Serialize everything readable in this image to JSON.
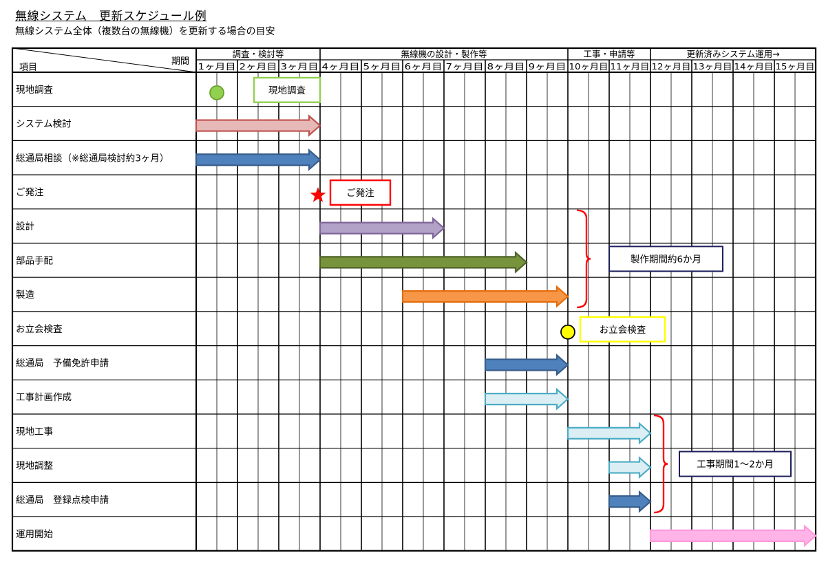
{
  "title": "無線システム　更新スケジュール例",
  "subtitle": "無線システム全体（複数台の無線機）を更新する場合の目安",
  "header": {
    "item_label": "項目",
    "period_label": "期間",
    "phases": [
      {
        "label": "調査・検討等",
        "start": 1,
        "end": 3
      },
      {
        "label": "無線機の設計・製作等",
        "start": 4,
        "end": 9
      },
      {
        "label": "工事・申請等",
        "start": 10,
        "end": 11
      },
      {
        "label": "更新済みシステム運用→",
        "start": 12,
        "end": 15
      }
    ],
    "months": [
      "1ヶ月目",
      "2ヶ月目",
      "3ヶ月目",
      "4ヶ月目",
      "5ヶ月目",
      "6ヶ月目",
      "7ヶ月目",
      "8ヶ月目",
      "9ヶ月目",
      "10ヶ月目",
      "11ヶ月目",
      "12ヶ月目",
      "13ヶ月目",
      "14ヶ月目",
      "15ヶ月目"
    ]
  },
  "rows": [
    {
      "label": "現地調査",
      "mark": {
        "type": "circle",
        "at": 0.5,
        "fill": "#92d050",
        "stroke": "#6aa12b"
      },
      "callout": {
        "text": "現地調査",
        "start": 1.4,
        "end": 3.0,
        "border": "#92d050"
      }
    },
    {
      "label": "システム検討",
      "arrow": {
        "start": 0,
        "end": 3,
        "fill": "#e6b8b7",
        "stroke": "#c0504d"
      }
    },
    {
      "label": "総通局相談（※総通局検討約3ヶ月）",
      "arrow": {
        "start": 0,
        "end": 3,
        "fill": "#4f81bd",
        "stroke": "#385d8a"
      }
    },
    {
      "label": "ご発注",
      "mark": {
        "type": "star",
        "at": 2.95,
        "fill": "#ff0000"
      },
      "callout": {
        "text": "ご発注",
        "start": 3.25,
        "end": 4.7,
        "border": "#ff0000"
      }
    },
    {
      "label": "設計",
      "arrow": {
        "start": 3,
        "end": 6,
        "fill": "#b3a2c7",
        "stroke": "#7f6499"
      }
    },
    {
      "label": "部品手配",
      "arrow": {
        "start": 3,
        "end": 8,
        "fill": "#77933c",
        "stroke": "#4f6228"
      }
    },
    {
      "label": "製造",
      "arrow": {
        "start": 5,
        "end": 9,
        "fill": "#f79646",
        "stroke": "#e46c0a"
      }
    },
    {
      "label": "お立会検査",
      "mark": {
        "type": "circle",
        "at": 9.0,
        "fill": "#ffff00",
        "stroke": "#000000"
      },
      "callout": {
        "text": "お立会検査",
        "start": 9.3,
        "end": 11.35,
        "border": "#ffff00"
      }
    },
    {
      "label": "総通局　予備免許申請",
      "arrow": {
        "start": 7,
        "end": 9,
        "fill": "#4f81bd",
        "stroke": "#385d8a"
      }
    },
    {
      "label": "工事計画作成",
      "arrow": {
        "start": 7,
        "end": 9,
        "fill": "#dbeef3",
        "stroke": "#4bacc6"
      }
    },
    {
      "label": "現地工事",
      "arrow": {
        "start": 9,
        "end": 11,
        "fill": "#dbeef3",
        "stroke": "#4bacc6"
      }
    },
    {
      "label": "現地調整",
      "arrow": {
        "start": 10,
        "end": 11,
        "fill": "#dbeef3",
        "stroke": "#4bacc6"
      }
    },
    {
      "label": "総通局　登録点検申請",
      "arrow": {
        "start": 10,
        "end": 11,
        "fill": "#4f81bd",
        "stroke": "#385d8a"
      }
    },
    {
      "label": "運用開始",
      "arrow": {
        "start": 11,
        "end": 15,
        "fill": "#ffb3e6",
        "stroke": "#ff99dd"
      }
    }
  ],
  "brackets": [
    {
      "row_start": 4,
      "row_end": 6,
      "color": "#ff0000",
      "text": "製作期間約6か月",
      "text_border": "#1f1f5f",
      "text_start": 10.0,
      "text_end": 12.75
    },
    {
      "row_start": 10,
      "row_end": 12,
      "color": "#ff0000",
      "text": "工事期間1～2か月",
      "text_border": "#1f1f5f",
      "text_start": 11.7,
      "text_end": 14.4
    }
  ]
}
